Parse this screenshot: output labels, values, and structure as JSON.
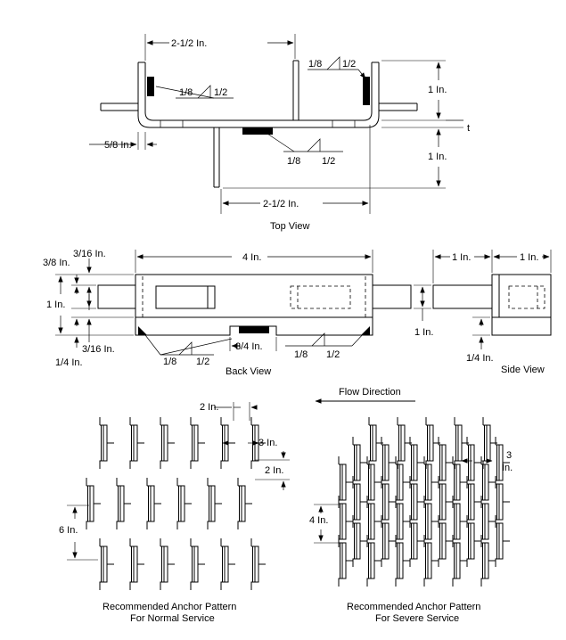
{
  "top_view": {
    "caption": "Top View",
    "dim_width_top": "2-1/2 In.",
    "dim_width_bottom": "2-1/2 In.",
    "dim_height_upper": "1 In.",
    "dim_height_lower": "1 In.",
    "dim_tab": "5/8 In.",
    "thickness": "t",
    "weld_left_a": "1/8",
    "weld_left_b": "1/2",
    "weld_right_a": "1/8",
    "weld_right_b": "1/2",
    "weld_bottom_a": "1/8",
    "weld_bottom_b": "1/2"
  },
  "back_view": {
    "caption": "Back View",
    "dim_width": "4 In.",
    "dim_top_a": "3/8 In.",
    "dim_top_b": "3/16 In.",
    "dim_height": "1 In.",
    "dim_bottom_a": "3/16 In.",
    "dim_bottom_b": "1/4 In.",
    "dim_gap": "3/4 In.",
    "weld_left_a": "1/8",
    "weld_left_b": "1/2",
    "weld_right_a": "1/8",
    "weld_right_b": "1/2"
  },
  "side_view": {
    "caption": "Side View",
    "dim_left": "1 In.",
    "dim_right": "1 In.",
    "dim_height": "1 In.",
    "dim_bottom": "1/4 In."
  },
  "flow": {
    "label": "Flow Direction"
  },
  "normal_pattern": {
    "caption_line1": "Recommended Anchor Pattern",
    "caption_line2": "For Normal Service",
    "dim_col": "2 In.",
    "dim_h": "3 In.",
    "dim_row": "2 In.",
    "dim_v": "6 In."
  },
  "severe_pattern": {
    "caption_line1": "Recommended Anchor Pattern",
    "caption_line2": "For Severe Service",
    "dim_h_a": "3",
    "dim_h_b": "In.",
    "dim_v": "4 In."
  }
}
